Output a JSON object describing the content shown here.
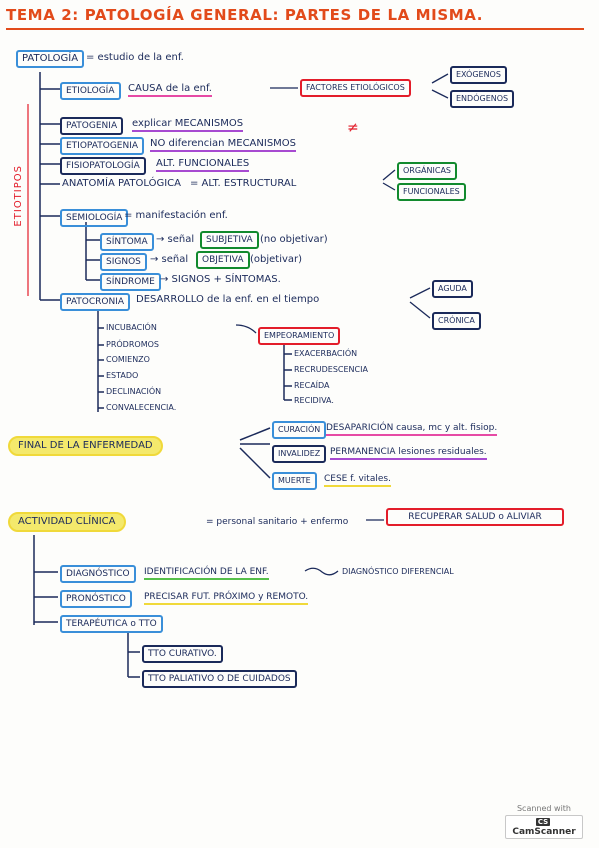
{
  "title": "TEMA 2: PATOLOGÍA GENERAL: PARTES DE LA MISMA.",
  "patologia": {
    "label": "PATOLOGÍA",
    "def": "= estudio de la enf."
  },
  "side_label": "ETIOTIPOS",
  "etiologia": {
    "label": "ETIOLOGÍA",
    "def": "CAUSA de la enf.",
    "factores": "FACTORES ETIOLÓGICOS",
    "exogenos": "EXÓGENOS",
    "endogenos": "ENDÓGENOS"
  },
  "patogenia": {
    "label": "PATOGENIA",
    "def": "explicar MECANISMOS"
  },
  "etiopatogenia": {
    "label": "ETIOPATOGENIA",
    "def": "NO diferencian MECANISMOS",
    "neq": "≠"
  },
  "fisiopatologia": {
    "label": "FISIOPATOLOGÍA",
    "def": "ALT. FUNCIONALES"
  },
  "anatomia": {
    "label": "ANATOMÍA PATOLÓGICA",
    "def": "= ALT. ESTRUCTURAL",
    "organicas": "ORGÁNICAS",
    "funcionales": "FUNCIONALES"
  },
  "semiologia": {
    "label": "SEMIOLOGÍA",
    "def": "= manifestación enf."
  },
  "sintoma": {
    "label": "SÍNTOMA",
    "arrow": "→ señal",
    "box": "SUBJETIVA",
    "note": "(no objetivar)"
  },
  "signos": {
    "label": "SIGNOS",
    "arrow": "→ señal",
    "box": "OBJETIVA",
    "note": "(objetivar)"
  },
  "sindrome": {
    "label": "SÍNDROME",
    "def": "→ SIGNOS + SÍNTOMAS."
  },
  "patocronia": {
    "label": "PATOCRONIA",
    "def": "DESARROLLO de la enf. en el tiempo",
    "aguda": "AGUDA",
    "cronica": "CRÓNICA"
  },
  "fases": [
    "INCUBACIÓN",
    "PRÓDROMOS",
    "COMIENZO",
    "ESTADO",
    "DECLINACIÓN",
    "CONVALECENCIA."
  ],
  "empeoramiento": {
    "label": "EMPEORAMIENTO",
    "items": [
      "EXACERBACIÓN",
      "RECRUDESCENCIA",
      "RECAÍDA",
      "RECIDIVA."
    ]
  },
  "final": {
    "label": "FINAL DE LA ENFERMEDAD",
    "curacion": {
      "label": "CURACIÓN",
      "def": "DESAPARICIÓN causa, mc y alt. fisiop."
    },
    "invalidez": {
      "label": "INVALIDEZ",
      "def": "PERMANENCIA lesiones residuales."
    },
    "muerte": {
      "label": "MUERTE",
      "def": "CESE f. vitales."
    }
  },
  "actividad": {
    "label": "ACTIVIDAD CLÍNICA",
    "def": "= personal sanitario + enfermo",
    "goal": "RECUPERAR SALUD o ALIVIAR"
  },
  "diagnostico": {
    "label": "DIAGNÓSTICO",
    "def": "IDENTIFICACIÓN DE LA ENF.",
    "extra": "DIAGNÓSTICO DIFERENCIAL"
  },
  "pronostico": {
    "label": "PRONÓSTICO",
    "def": "PRECISAR FUT. PRÓXIMO y REMOTO."
  },
  "terapeutica": {
    "label": "TERAPÉUTICA o TTO",
    "curativo": "TTO CURATIVO.",
    "paliativo": "TTO PALIATIVO O DE CUIDADOS"
  },
  "scanner": {
    "top": "Scanned with",
    "brand": "CamScanner",
    "logo": "CS"
  },
  "colors": {
    "title": "#e24a1a",
    "blue_box": "#3a8fd9",
    "red_box": "#e31d2a",
    "green_box": "#128a2e",
    "ink": "#1b2a5a"
  }
}
